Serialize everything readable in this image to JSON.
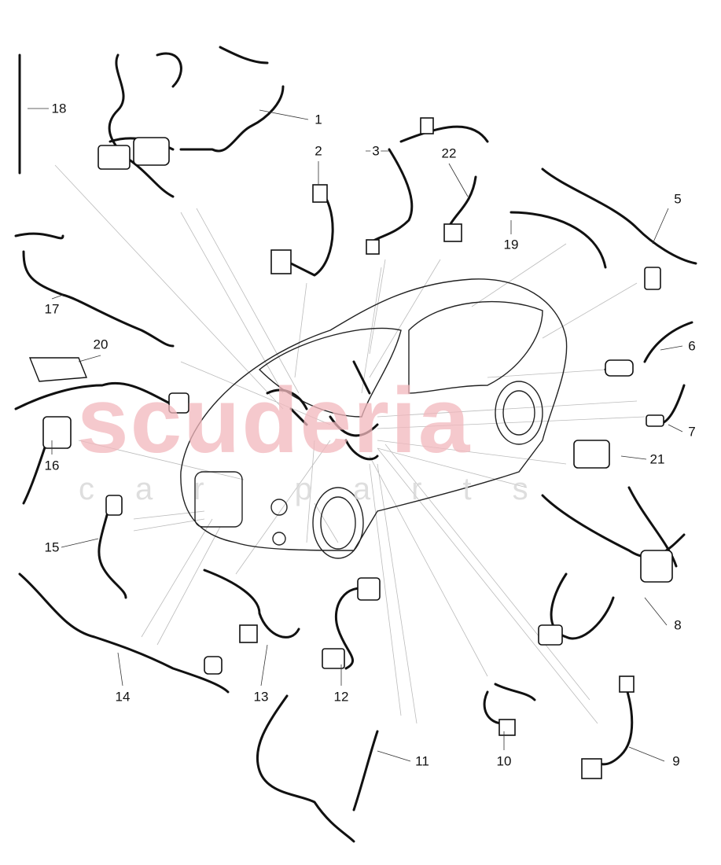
{
  "watermark": {
    "line1": "scuderia",
    "line2": "car parts"
  },
  "callouts": [
    {
      "id": "1",
      "label": "1"
    },
    {
      "id": "2",
      "label": "2"
    },
    {
      "id": "3",
      "label": "3"
    },
    {
      "id": "5",
      "label": "5"
    },
    {
      "id": "6",
      "label": "6"
    },
    {
      "id": "7",
      "label": "7"
    },
    {
      "id": "8",
      "label": "8"
    },
    {
      "id": "9",
      "label": "9"
    },
    {
      "id": "10",
      "label": "10"
    },
    {
      "id": "11",
      "label": "11"
    },
    {
      "id": "12",
      "label": "12"
    },
    {
      "id": "13",
      "label": "13"
    },
    {
      "id": "14",
      "label": "14"
    },
    {
      "id": "15",
      "label": "15"
    },
    {
      "id": "16",
      "label": "16"
    },
    {
      "id": "17",
      "label": "17"
    },
    {
      "id": "18",
      "label": "18"
    },
    {
      "id": "19",
      "label": "19"
    },
    {
      "id": "20",
      "label": "20"
    },
    {
      "id": "21",
      "label": "21"
    },
    {
      "id": "22",
      "label": "22"
    }
  ],
  "colors": {
    "line": "#111111",
    "leader": "#bbbbbb",
    "watermark": "#f2b8bd"
  }
}
